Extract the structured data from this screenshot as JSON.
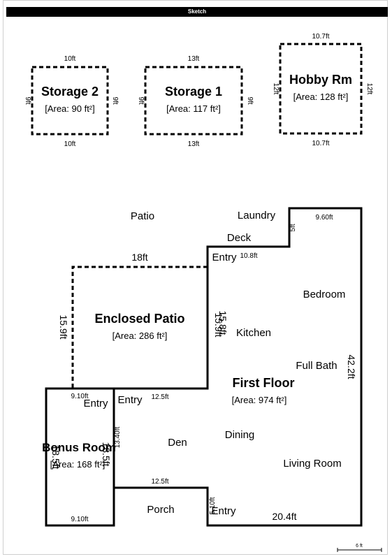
{
  "title": "Sketch",
  "rooms": {
    "storage2": {
      "name": "Storage 2",
      "area": "[Area: 90 ft²]",
      "top": "10ft",
      "bottom": "10ft",
      "left": "9ft",
      "right": "9ft"
    },
    "storage1": {
      "name": "Storage 1",
      "area": "[Area: 117 ft²]",
      "top": "13ft",
      "bottom": "13ft",
      "left": "9ft",
      "right": "9ft"
    },
    "hobby": {
      "name": "Hobby Rm",
      "area": "[Area: 128 ft²]",
      "top": "10.7ft",
      "bottom": "10.7ft",
      "left": "12ft",
      "right": "12ft"
    },
    "enclosed_patio": {
      "name": "Enclosed Patio",
      "area": "[Area: 286 ft²]",
      "top": "18ft",
      "left": "15.9ft",
      "right": "15.9ft"
    },
    "first_floor": {
      "name": "First Floor",
      "area": "[Area: 974 ft²]"
    },
    "bonus": {
      "name": "Bonus Room",
      "area": "[Area: 168 ft²]",
      "top": "9.10ft",
      "bottom": "9.10ft",
      "left": "18.5ft",
      "right": "18.5ft"
    }
  },
  "labels": {
    "patio": "Patio",
    "laundry": "Laundry",
    "deck": "Deck",
    "entry": "Entry",
    "bedroom": "Bedroom",
    "kitchen": "Kitchen",
    "full_bath": "Full Bath",
    "den": "Den",
    "dining": "Dining",
    "living_room": "Living Room",
    "porch": "Porch"
  },
  "dims": {
    "d_9_60": "9.60ft",
    "d_5": "5ft",
    "d_10_8": "10.8ft",
    "d_15_8": "15.8ft",
    "d_42_2": "42.2ft",
    "d_12_5": "12.5ft",
    "d_13_40": "13.40ft",
    "d_5_10": "5.10ft",
    "d_20_4": "20.4ft"
  },
  "scale": "6 ft"
}
